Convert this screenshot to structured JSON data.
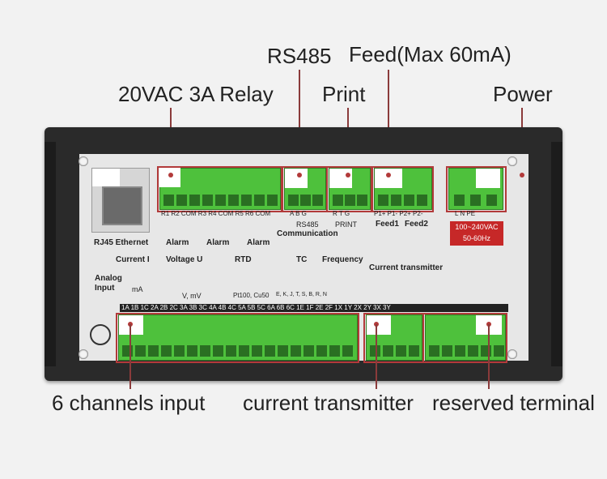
{
  "callouts": {
    "rs485": "RS485",
    "feed": "Feed(Max 60mA)",
    "relay": "20VAC 3A Relay",
    "print": "Print",
    "power": "Power",
    "channels": "6 channels input",
    "transmitter": "current transmitter",
    "reserved": "reserved terminal"
  },
  "panel": {
    "rj45": "RJ45 Ethernet",
    "relay_terms": "R1 R2 COM   R3 R4 COM   R5 R6 COM",
    "alarm": "Alarm",
    "rs485_terms": "A   B   G",
    "rs485_lbl": "RS485",
    "communication": "Communication",
    "print_terms": "R   T   G",
    "print_lbl": "PRINT",
    "feed_terms": "P1+ P1-  P2+ P2-",
    "feed1": "Feed1",
    "feed2": "Feed2",
    "power_terms": "L     N    PE",
    "power_spec_1": "100~240VAC",
    "power_spec_2": "50-60Hz",
    "current": "Current I",
    "voltage": "Voltage U",
    "rtd": "RTD",
    "tc": "TC",
    "frequency": "Frequency",
    "analog_input": "Analog Input",
    "ct": "Current transmitter",
    "mA": "mA",
    "v_mv": "V, mV",
    "pt100": "Pt100, Cu50",
    "tc_types": "E, K, J, T, S, B, R, N",
    "bottom_terms": "1A 1B 1C  2A 2B 2C  3A 3B 3C  4A 4B 4C  5A 5B 5C  6A 6B 6C      1E 1F 2E 2F   1X 1Y 2X 2Y 3X 3Y"
  }
}
